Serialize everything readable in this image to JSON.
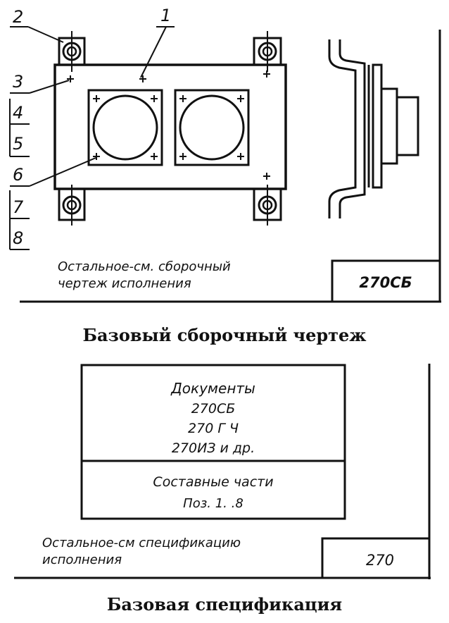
{
  "top": {
    "callouts": [
      "1",
      "2",
      "3",
      "4",
      "5",
      "6",
      "7",
      "8"
    ],
    "note_line1": "Остальное-см. сборочный",
    "note_line2": "чертеж исполнения",
    "code": "270СБ",
    "caption": "Базовый сборочный чертеж"
  },
  "bottom": {
    "docs_title": "Документы",
    "docs": [
      "270СБ",
      "270 Г Ч",
      "270ИЗ и др."
    ],
    "parts_title": "Составные части",
    "parts_value": "Поз. 1. .8",
    "note_line1": "Остальное-см спецификацию",
    "note_line2": "исполнения",
    "code": "270",
    "caption": "Базовая спецификация"
  },
  "colors": {
    "ink": "#111111",
    "paper": "#ffffff"
  }
}
